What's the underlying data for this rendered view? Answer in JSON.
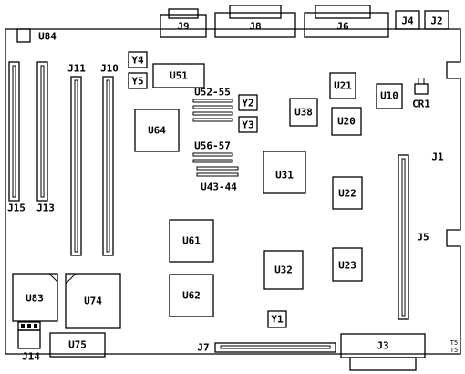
{
  "labels": {
    "j9": "J9",
    "j8": "J8",
    "j6": "J6",
    "j4": "J4",
    "j2": "J2",
    "u84": "U84",
    "y4": "Y4",
    "y5": "Y5",
    "u51": "U51",
    "j11": "J11",
    "j10": "J10",
    "u52_55": "U52-55",
    "y2": "Y2",
    "y3": "Y3",
    "u64": "U64",
    "u56_57": "U56-57",
    "u43_44": "U43-44",
    "u21": "U21",
    "u10": "U10",
    "cr1": "CR1",
    "u38": "U38",
    "u20": "U20",
    "u31": "U31",
    "u22": "U22",
    "j1": "J1",
    "j5": "J5",
    "j15": "J15",
    "j13": "J13",
    "u61": "U61",
    "u32": "U32",
    "u23": "U23",
    "u83": "U83",
    "u74": "U74",
    "u62": "U62",
    "y1": "Y1",
    "j14": "J14",
    "u75": "U75",
    "j7": "J7",
    "j3": "J3",
    "t5a": "T5",
    "t5b": "T5"
  }
}
